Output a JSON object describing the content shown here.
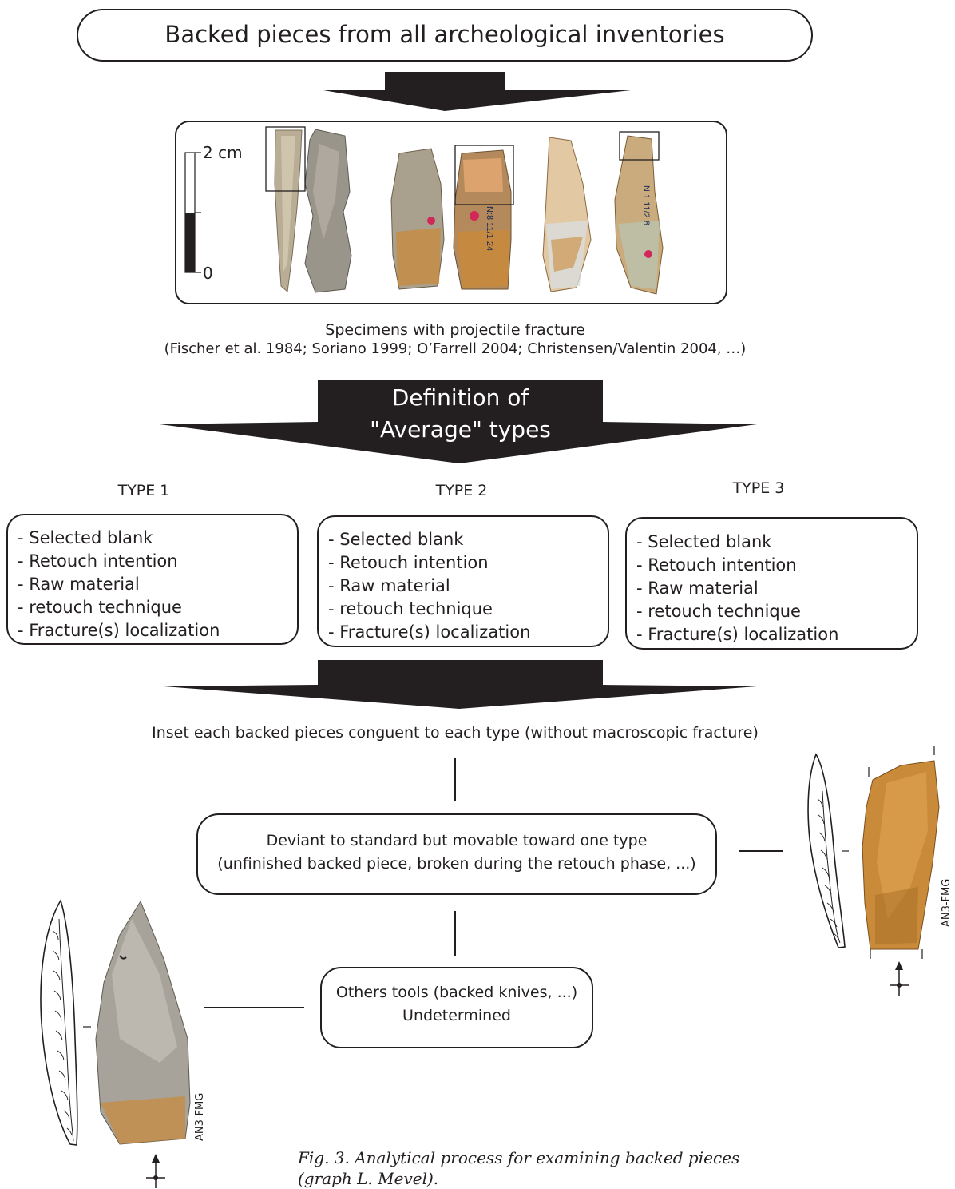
{
  "title": "Backed pieces from all archeological inventories",
  "specimens": {
    "scale_top": "2 cm",
    "scale_bottom": "0",
    "caption_line1": "Specimens with projectile fracture",
    "caption_line2": "(Fischer et al. 1984; Soriano 1999; O’Farrell 2004; Christensen/Valentin 2004, …)",
    "labels": [
      "N:8 11/1 24",
      "N:1 11/2 8"
    ]
  },
  "definition": {
    "line1": "Definition of",
    "line2": "\"Average\" types"
  },
  "types": [
    {
      "heading": "TYPE 1",
      "criteria": [
        "- Selected blank",
        "- Retouch intention",
        "- Raw material",
        "- retouch technique",
        "- Fracture(s) localization"
      ]
    },
    {
      "heading": "TYPE 2",
      "criteria": [
        "- Selected blank",
        "- Retouch intention",
        "- Raw material",
        "- retouch technique",
        "- Fracture(s) localization"
      ]
    },
    {
      "heading": "TYPE 3",
      "criteria": [
        "- Selected blank",
        "- Retouch intention",
        "- Raw material",
        "- retouch technique",
        "- Fracture(s) localization"
      ]
    }
  ],
  "inset_text": "Inset each backed pieces conguent to each type (without macroscopic fracture)",
  "deviant": {
    "line1": "Deviant to standard but movable toward one type",
    "line2": "(unfinished backed piece,  broken during the retouch phase, ...)"
  },
  "others": {
    "line1": "Others tools (backed knives, ...)",
    "line2": "Undetermined"
  },
  "artifact_labels": {
    "right": "AN3-FMG",
    "left": "AN3-FMG"
  },
  "figure_caption": {
    "line1": "Fig. 3. Analytical process for examining backed pieces",
    "line2": "(graph L. Mevel)."
  },
  "colors": {
    "ink": "#231f20",
    "arrow": "#231f20",
    "flint_orange": "#c98a3a",
    "flint_grey": "#a7a29a"
  }
}
